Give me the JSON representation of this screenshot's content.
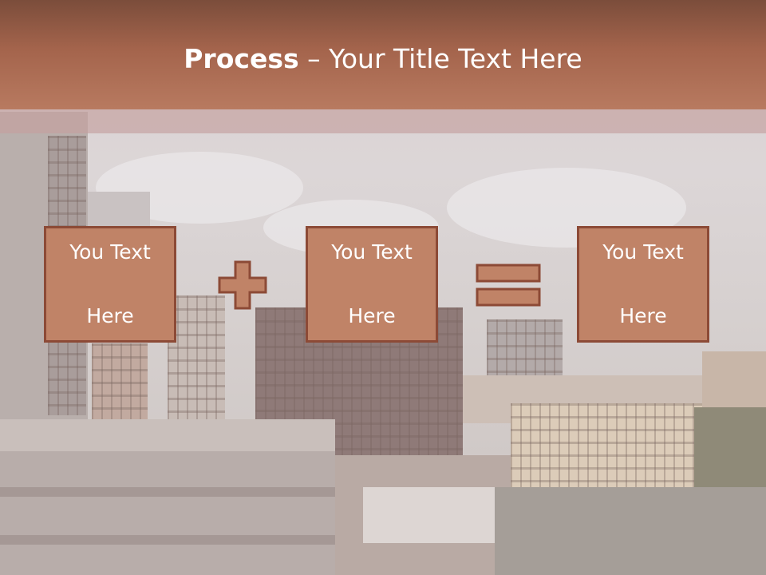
{
  "slide": {
    "title_bold": "Process",
    "title_rest": " – Your Title Text Here",
    "boxes": [
      {
        "line1": "You Text",
        "line2": "Here"
      },
      {
        "line1": "You Text",
        "line2": "Here"
      },
      {
        "line1": "You Text",
        "line2": "Here"
      }
    ],
    "operators": [
      "plus-icon",
      "equals-icon"
    ],
    "colors": {
      "header": "#a4644c",
      "box_fill": "#c08367",
      "box_border": "#8c4a36",
      "text": "#ffffff"
    }
  }
}
